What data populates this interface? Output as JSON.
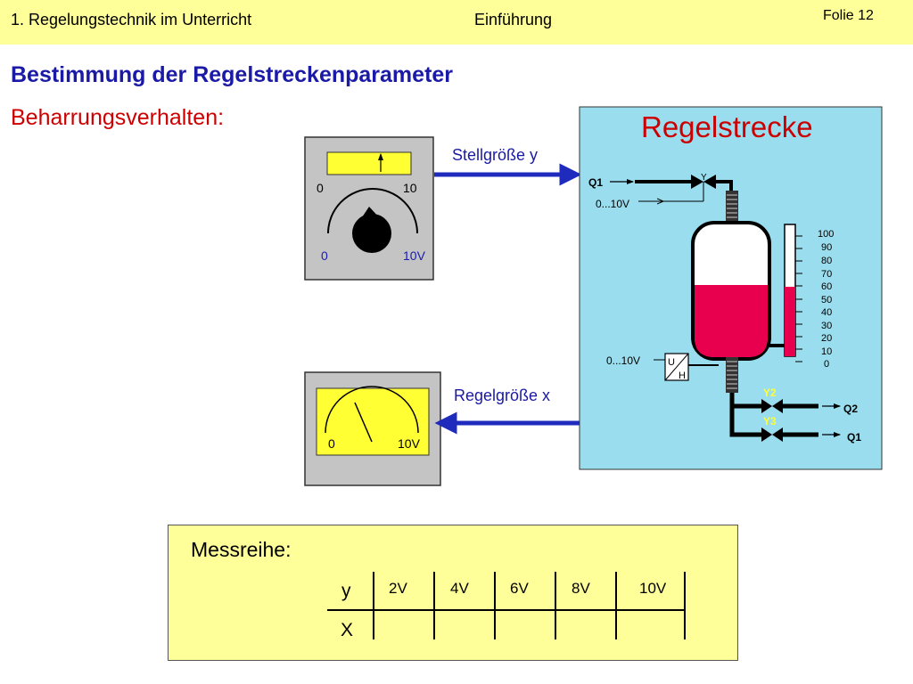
{
  "header": {
    "course": "1. Regelungstechnik im Unterricht",
    "section": "Einführung",
    "slide": "Folie 12"
  },
  "title": "Bestimmung der Regelstreckenparameter",
  "subtitle": "Beharrungsverhalten:",
  "colors": {
    "header_bg": "#ffff99",
    "panel_bg": "#99ddee",
    "title_blue": "#1a1aa6",
    "subtitle_red": "#cc0000",
    "fluid_red": "#e8004e",
    "arrow_blue": "#1f2bbd"
  },
  "setter": {
    "scale_min": "0",
    "scale_max": "10",
    "volt_min": "0",
    "volt_max": "10V"
  },
  "meter": {
    "min": "0",
    "max": "10V"
  },
  "signals": {
    "stell": "Stellgröße y",
    "regel": "Regelgröße x"
  },
  "plant": {
    "title": "Regelstrecke",
    "q1_in": "Q1",
    "valve_signal": "0...10V",
    "valve_y": "Y",
    "sensor_signal": "0...10V",
    "transducer_u": "U",
    "transducer_h": "H",
    "y2": "Y2",
    "y3": "Y3",
    "q2_out": "Q2",
    "q1_out": "Q1",
    "scale": [
      "100",
      "90",
      "80",
      "70",
      "60",
      "50",
      "40",
      "30",
      "20",
      "10",
      "0"
    ],
    "fill_level_percent": 50
  },
  "messreihe": {
    "title": "Messreihe:",
    "row_y": "y",
    "row_x": "X",
    "values": [
      "2V",
      "4V",
      "6V",
      "8V",
      "10V"
    ]
  }
}
